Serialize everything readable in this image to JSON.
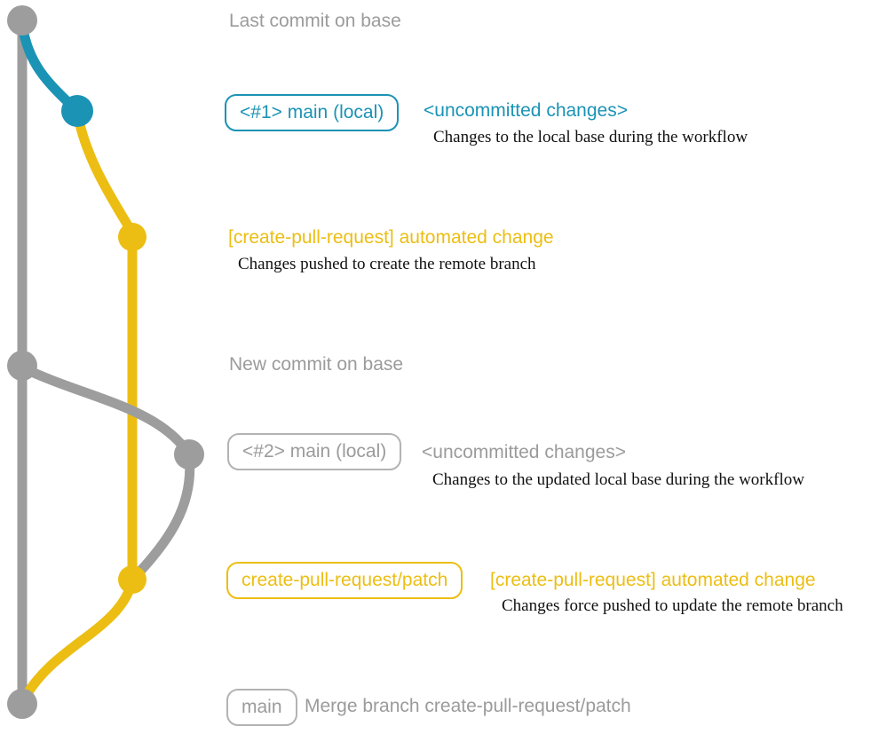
{
  "colors": {
    "gray": "#9d9d9d",
    "gray_text": "#9b9b9b",
    "gray_border": "#b3b3b3",
    "blue": "#1b93b5",
    "yellow": "#ecbe13",
    "ink": "#111111",
    "background": "#ffffff"
  },
  "graph": {
    "type": "git-branch-diagram",
    "branches": [
      {
        "name": "base",
        "color": "#9d9d9d"
      },
      {
        "name": "local-uncommitted",
        "color": "#1b93b5"
      },
      {
        "name": "create-pull-request/patch",
        "color": "#ecbe13"
      }
    ],
    "commits": [
      {
        "id": "base-1",
        "color": "gray",
        "label": "Last commit on base"
      },
      {
        "id": "local-1",
        "color": "blue",
        "label": "<#1> main (local) <uncommitted changes>"
      },
      {
        "id": "patch-1",
        "color": "yellow",
        "label": "[create-pull-request] automated change"
      },
      {
        "id": "base-2",
        "color": "gray",
        "label": "New commit on base"
      },
      {
        "id": "local-2",
        "color": "gray",
        "label": "<#2> main (local) <uncommitted changes>"
      },
      {
        "id": "patch-2",
        "color": "yellow",
        "label": "create-pull-request/patch [create-pull-request] automated change"
      },
      {
        "id": "merge",
        "color": "gray",
        "label": "main Merge branch create-pull-request/patch"
      }
    ]
  },
  "rows": {
    "last_commit": {
      "label": "Last commit on base"
    },
    "uncommitted_1": {
      "badge": "<#1> main (local)",
      "title": "<uncommitted changes>",
      "desc": "Changes to the local base during the workflow"
    },
    "automated_1": {
      "title": "[create-pull-request] automated change",
      "desc": "Changes pushed to create the remote branch"
    },
    "new_commit": {
      "label": "New commit on base"
    },
    "uncommitted_2": {
      "badge": "<#2> main (local)",
      "title": "<uncommitted changes>",
      "desc": "Changes to the updated local base during the workflow"
    },
    "automated_2": {
      "badge": "create-pull-request/patch",
      "title": "[create-pull-request] automated change",
      "desc": "Changes force pushed to update the remote branch"
    },
    "merge": {
      "badge": "main",
      "label": "Merge branch create-pull-request/patch"
    }
  }
}
